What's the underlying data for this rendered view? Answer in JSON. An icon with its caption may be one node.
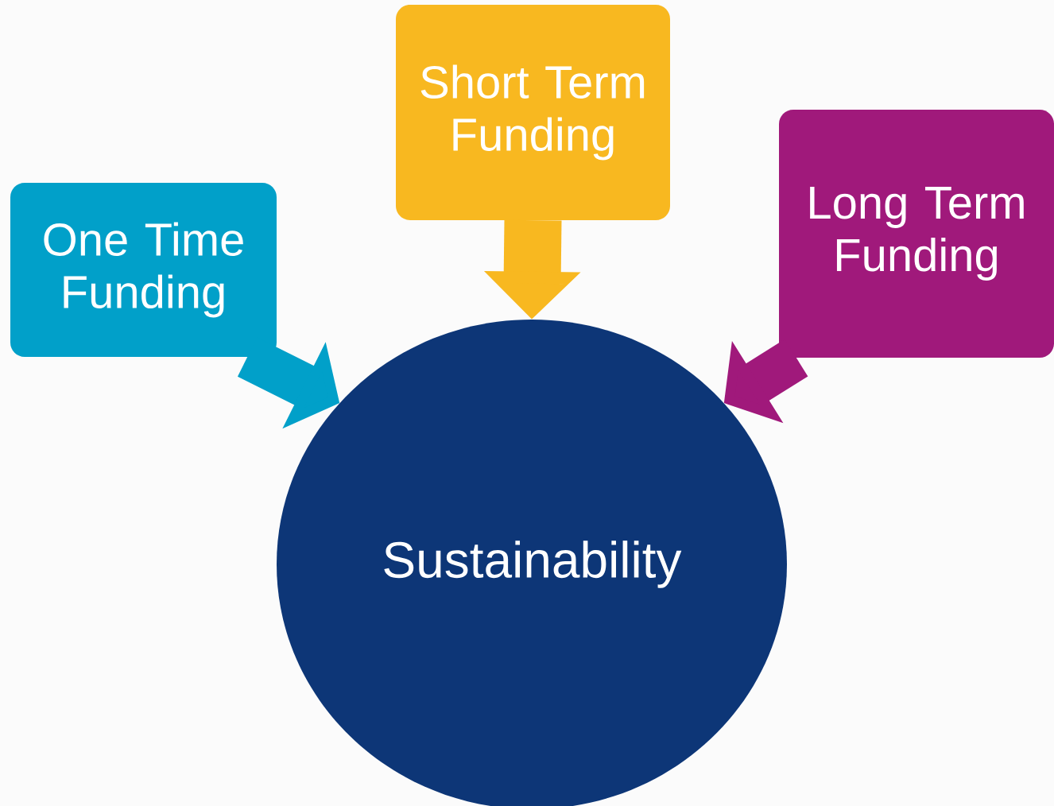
{
  "diagram": {
    "nodes": [
      {
        "text": [
          "One Time Funding"
        ]
      },
      {
        "text": [
          "Short Term Funding"
        ]
      },
      {
        "text": [
          "Long Term Funding"
        ]
      },
      {
        "text": [
          "Sustainability"
        ]
      }
    ],
    "edges": [
      {
        "from": 0,
        "to": 3,
        "arrow": "to",
        "color": "#01a0c9"
      },
      {
        "from": 1,
        "to": 3,
        "arrow": "to",
        "color": "#f8b820"
      },
      {
        "from": 2,
        "to": 3,
        "arrow": "to",
        "color": "#a0197b"
      }
    ]
  }
}
